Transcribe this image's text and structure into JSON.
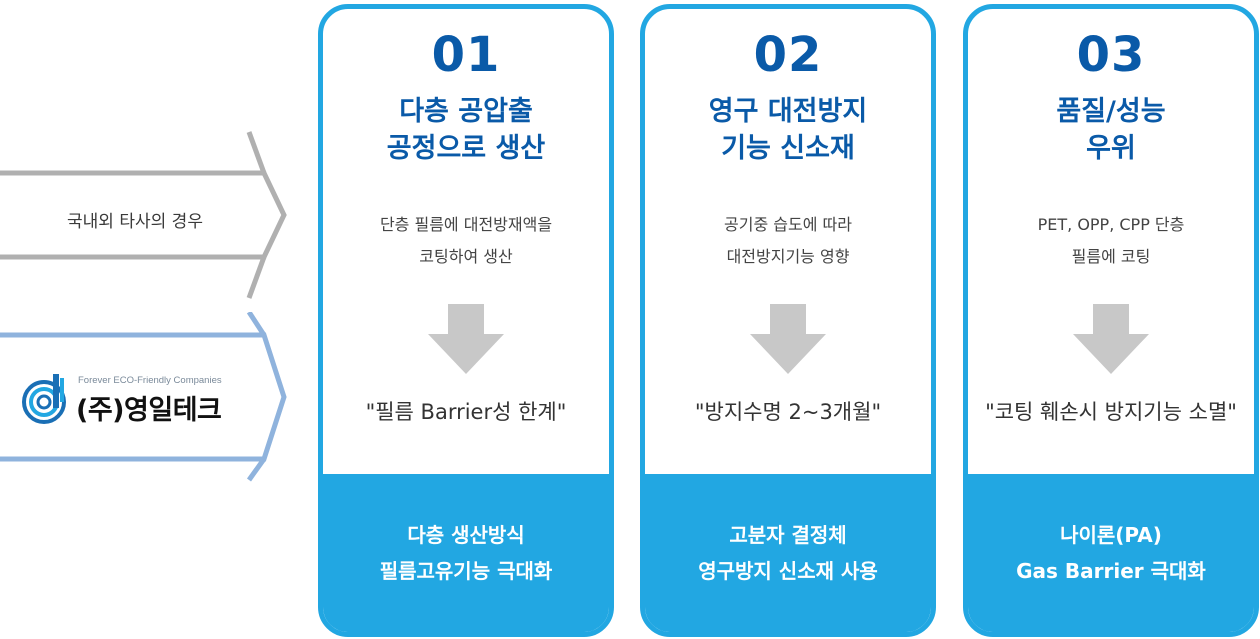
{
  "left": {
    "other_companies_label": "국내외 타사의 경우",
    "logo": {
      "tagline": "Forever ECO-Friendly Companies",
      "name": "(주)영일테크"
    }
  },
  "colors": {
    "accent": "#22a7e2",
    "heading": "#0a5aa8",
    "chevron_gray": "#b0b0b0",
    "chevron_blue": "#8fb3dd",
    "arrow_gray": "#c8c8c8"
  },
  "cards": [
    {
      "number": "01",
      "title_line1": "다층 공압출",
      "title_line2": "공정으로 생산",
      "desc_line1": "단층 필름에 대전방재액을",
      "desc_line2": "코팅하여 생산",
      "arrow_icon": "down-arrow-icon",
      "quote": "\"필름 Barrier성 한계\"",
      "footer_line1": "다층 생산방식",
      "footer_line2": "필름고유기능 극대화"
    },
    {
      "number": "02",
      "title_line1": "영구 대전방지",
      "title_line2": "기능 신소재",
      "desc_line1": "공기중 습도에 따라",
      "desc_line2": "대전방지기능 영향",
      "arrow_icon": "down-arrow-icon",
      "quote": "\"방지수명 2~3개월\"",
      "footer_line1": "고분자 결정체",
      "footer_line2": "영구방지 신소재 사용"
    },
    {
      "number": "03",
      "title_line1": "품질/성능",
      "title_line2": "우위",
      "desc_line1": "PET, OPP, CPP 단층",
      "desc_line2": "필름에 코팅",
      "arrow_icon": "down-arrow-icon",
      "quote": "\"코팅 훼손시 방지기능 소멸\"",
      "footer_line1": "나이론(PA)",
      "footer_line2": "Gas Barrier 극대화"
    }
  ]
}
